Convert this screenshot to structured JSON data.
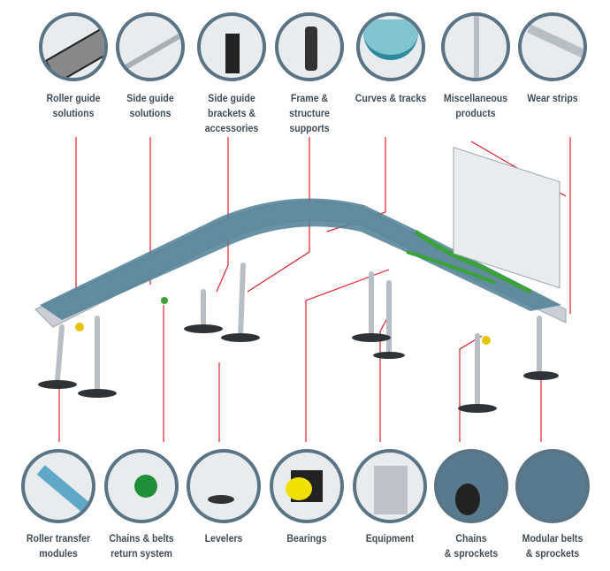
{
  "top_components": [
    {
      "label_1": "Roller guide",
      "label_2": "solutions"
    },
    {
      "label_1": "Side guide",
      "label_2": "solutions"
    },
    {
      "label_1": "Side guide",
      "label_2": "brackets &",
      "label_3": "accessories"
    },
    {
      "label_1": "Frame &",
      "label_2": "structure",
      "label_3": "supports"
    },
    {
      "label_1": "Curves & tracks"
    },
    {
      "label_1": "Miscellaneous",
      "label_2": "products"
    },
    {
      "label_1": "Wear strips"
    }
  ],
  "bottom_components": [
    {
      "label_1": "Roller transfer",
      "label_2": "modules"
    },
    {
      "label_1": "Chains & belts",
      "label_2": "return system"
    },
    {
      "label_1": "Levelers"
    },
    {
      "label_1": "Bearings"
    },
    {
      "label_1": "Equipment"
    },
    {
      "label_1": "Chains",
      "label_2": "& sprockets"
    },
    {
      "label_1": "Modular belts",
      "label_2": "& sprockets"
    }
  ],
  "colors": {
    "callout_line": "#e0202a",
    "circle_border": "#5a7385",
    "belt": "#4f7f94",
    "frame": "#c9cfd4",
    "label": "#3f4c57",
    "green": "#3aa335"
  }
}
